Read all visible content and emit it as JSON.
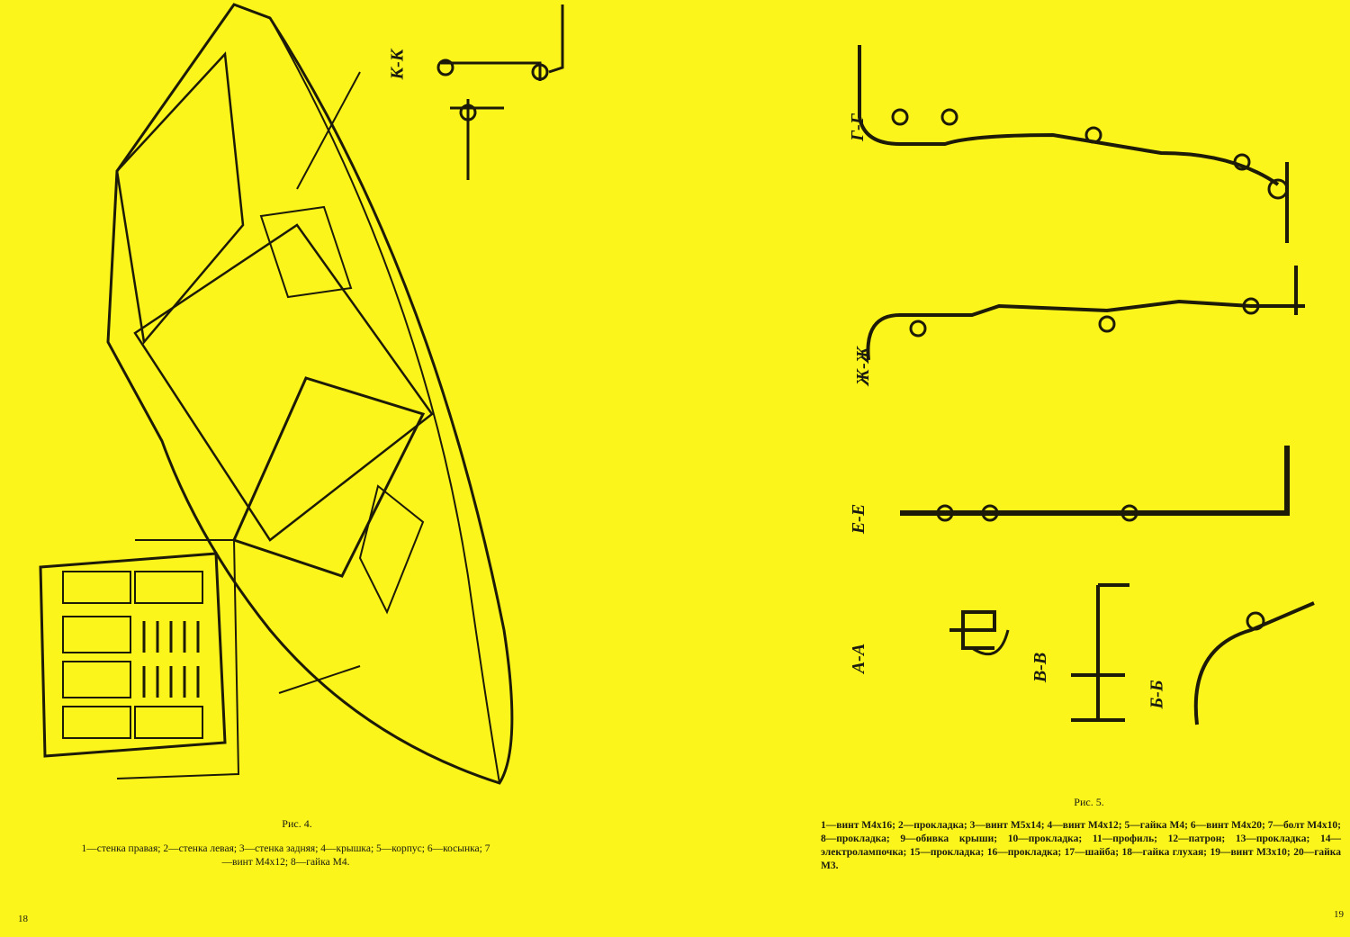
{
  "left_page": {
    "figure_title": "Рис. 4.",
    "legend": "1—стенка правая; 2—стенка левая; 3—стенка задняя; 4—крышка; 5—корпус; 6—косынка; 7—винт М4х12; 8—гайка М4.",
    "page_number": "18",
    "section_labels": [
      "К-К"
    ]
  },
  "right_page": {
    "figure_title": "Рис. 5.",
    "legend": "1—винт М4х16; 2—прокладка; 3—винт М5х14; 4—винт М4х12; 5—гайка М4; 6—винт М4х20; 7—болт М4х10; 8—прокладка; 9—обивка крыши; 10—прокладка; 11—профиль; 12—патрон; 13—прокладка; 14—электролампочка; 15—прокладка; 16—прокладка; 17—шайба; 18—гайка глухая; 19—винт М3х10; 20—гайка М3.",
    "page_number": "19",
    "section_labels": [
      "Г-Г",
      "Ж-Ж",
      "Е-Е",
      "А-А",
      "В-В",
      "Б-Б"
    ]
  }
}
